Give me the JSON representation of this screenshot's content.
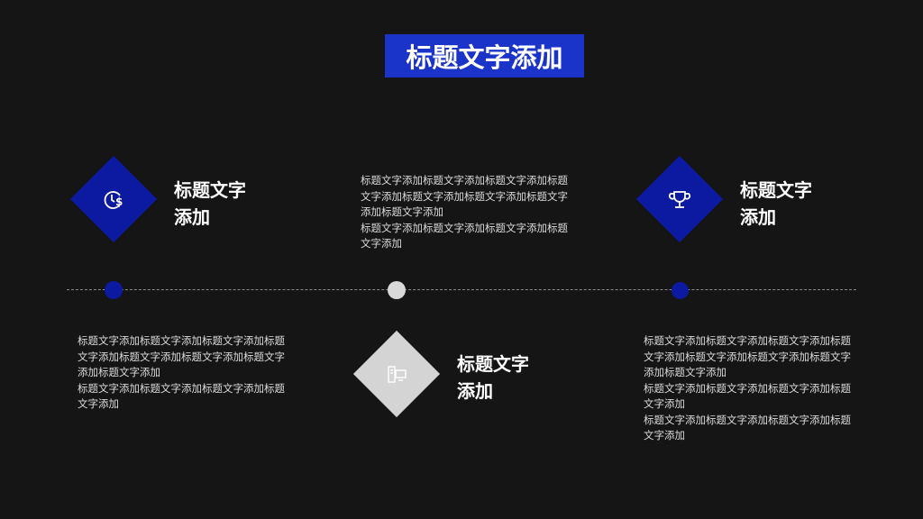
{
  "title": "标题文字添加",
  "colors": {
    "background": "#161515",
    "accent_blue": "#1a33c8",
    "diamond_blue": "#0b1aa0",
    "diamond_grey": "#d4d4d4",
    "text": "#ffffff"
  },
  "items": [
    {
      "icon": "clock-dollar-icon",
      "heading_line1": "标题文字",
      "heading_line2": "添加",
      "text_lines": [
        "标题文字添加标题文字添加标题文字添加标题文字添加标题文字添加标题文字添加标题文字添加标题文字添加",
        "标题文字添加标题文字添加标题文字添加标题文字添加"
      ]
    },
    {
      "icon": "server-computer-icon",
      "heading_line1": "标题文字",
      "heading_line2": "添加",
      "text_lines": [
        "标题文字添加标题文字添加标题文字添加标题文字添加标题文字添加标题文字添加标题文字添加标题文字添加",
        "标题文字添加标题文字添加标题文字添加标题文字添加"
      ]
    },
    {
      "icon": "trophy-icon",
      "heading_line1": "标题文字",
      "heading_line2": "添加",
      "text_lines": [
        "标题文字添加标题文字添加标题文字添加标题文字添加标题文字添加标题文字添加标题文字添加标题文字添加",
        "标题文字添加标题文字添加标题文字添加标题文字添加",
        "标题文字添加标题文字添加标题文字添加标题文字添加"
      ]
    }
  ]
}
